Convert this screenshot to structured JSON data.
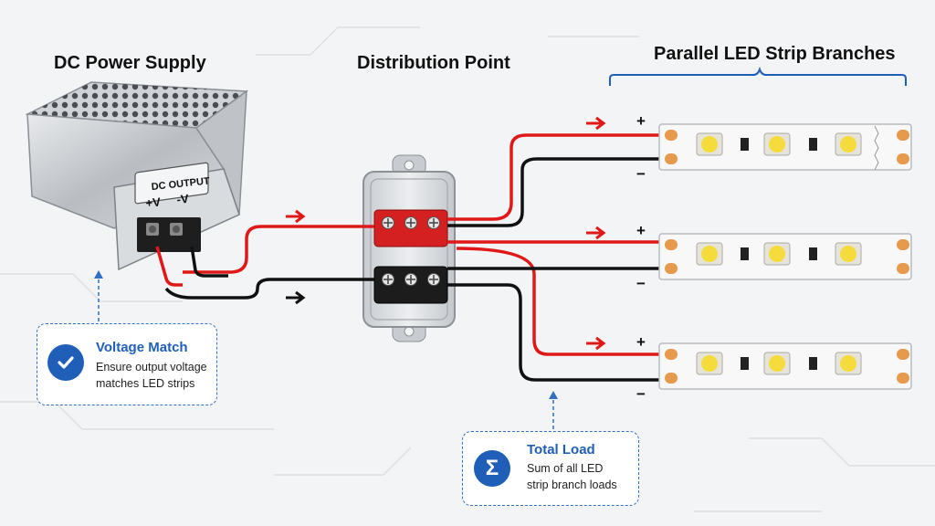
{
  "headings": {
    "power_supply": "DC Power Supply",
    "distribution": "Distribution Point",
    "branches": "Parallel LED Strip Branches"
  },
  "psu": {
    "panel_title": "DC OUTPUT",
    "pos_label": "+V",
    "neg_label": "-V"
  },
  "polarity": {
    "plus": "+",
    "minus": "−"
  },
  "callouts": {
    "voltage": {
      "icon": "check-icon",
      "title": "Voltage Match",
      "body": "Ensure output voltage matches LED strips"
    },
    "load": {
      "icon": "sigma-icon",
      "symbol": "Σ",
      "title": "Total Load",
      "body": "Sum of all LED strip branch loads"
    }
  },
  "colors": {
    "positive": "#e01818",
    "negative": "#111111",
    "accent": "#1f5fb8"
  }
}
